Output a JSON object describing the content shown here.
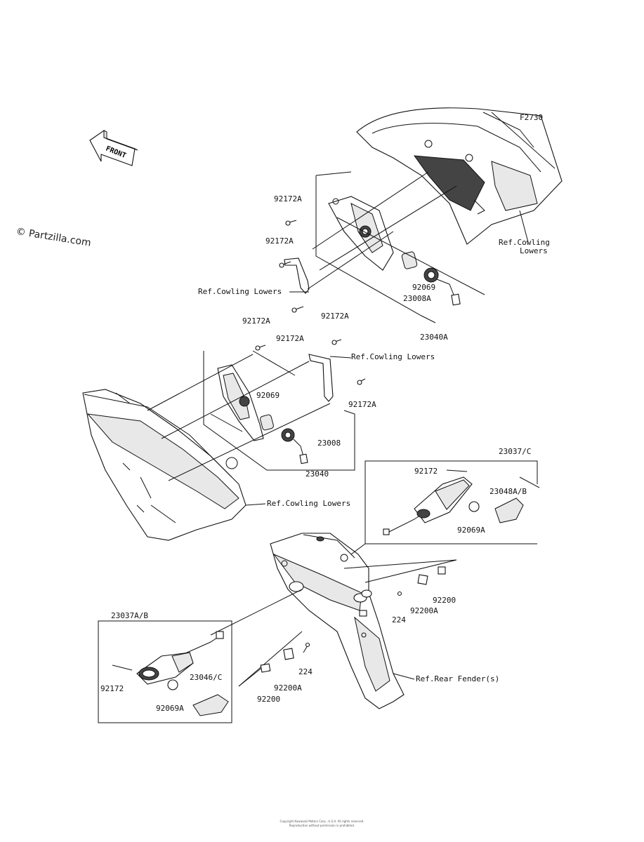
{
  "diagram_code": "F2730",
  "watermark": "© Partzilla.com",
  "front_arrow_label": "FRONT",
  "labels": {
    "lbl_92172A_1": "92172A",
    "lbl_92172A_2": "92172A",
    "lbl_ref_cowling_1": "Ref.Cowling Lowers",
    "lbl_92172A_3": "92172A",
    "lbl_92172A_4": "92172A",
    "lbl_92172A_5": "92172A",
    "lbl_ref_cowling_top_1": "Ref.Cowling",
    "lbl_ref_cowling_top_2": "Lowers",
    "lbl_92069": "92069",
    "lbl_23008A": "23008A",
    "lbl_23040A": "23040A",
    "lbl_ref_cowling_2": "Ref.Cowling Lowers",
    "lbl_92069_b": "92069",
    "lbl_92172A_6": "92172A",
    "lbl_23008": "23008",
    "lbl_23040": "23040",
    "lbl_ref_cowling_3": "Ref.Cowling Lowers",
    "lbl_23037C": "23037/C",
    "lbl_92172": "92172",
    "lbl_23048AB": "23048A/B",
    "lbl_92069A": "92069A",
    "lbl_92200": "92200",
    "lbl_92200A": "92200A",
    "lbl_224": "224",
    "lbl_23037AB": "23037A/B",
    "lbl_92172_b": "92172",
    "lbl_23046C": "23046/C",
    "lbl_92069A_b": "92069A",
    "lbl_224_b": "224",
    "lbl_92200A_b": "92200A",
    "lbl_92200_b": "92200",
    "lbl_ref_rear_fender": "Ref.Rear Fender(s)"
  },
  "footer": {
    "line1": "Copyright Kawasaki Motors Corp., U.S.A. All rights reserved.",
    "line2": "Reproduction without permission is prohibited."
  }
}
